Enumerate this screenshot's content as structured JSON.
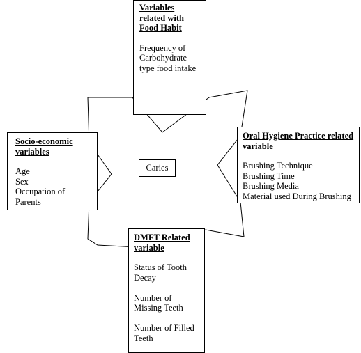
{
  "center": {
    "label": "Caries"
  },
  "boxes": {
    "food_habit": {
      "title": "Variables related with Food Habit",
      "title_lines": [
        "Variables",
        "related with",
        "Food Habit"
      ],
      "items": [
        "Frequency of",
        "Carbohydrate",
        "type food intake"
      ]
    },
    "socio_economic": {
      "title": "Socio-economic variables",
      "title_lines": [
        "Socio-economic",
        "variables"
      ],
      "items": [
        "Age",
        "Sex",
        "Occupation of",
        "Parents"
      ]
    },
    "oral_hygiene": {
      "title": "Oral Hygiene Practice related variable",
      "title_lines": [
        "Oral Hygiene Practice related",
        "variable"
      ],
      "items": [
        "Brushing Technique",
        "Brushing Time",
        "Brushing Media",
        "Material used During Brushing"
      ]
    },
    "dmft": {
      "title": "DMFT Related variable",
      "title_lines": [
        "DMFT Related",
        "variable"
      ],
      "items": [
        [
          "Status of Tooth",
          "Decay"
        ],
        [
          "Number of",
          "Missing Teeth"
        ],
        [
          "Number of Filled",
          "Teeth"
        ]
      ]
    }
  }
}
